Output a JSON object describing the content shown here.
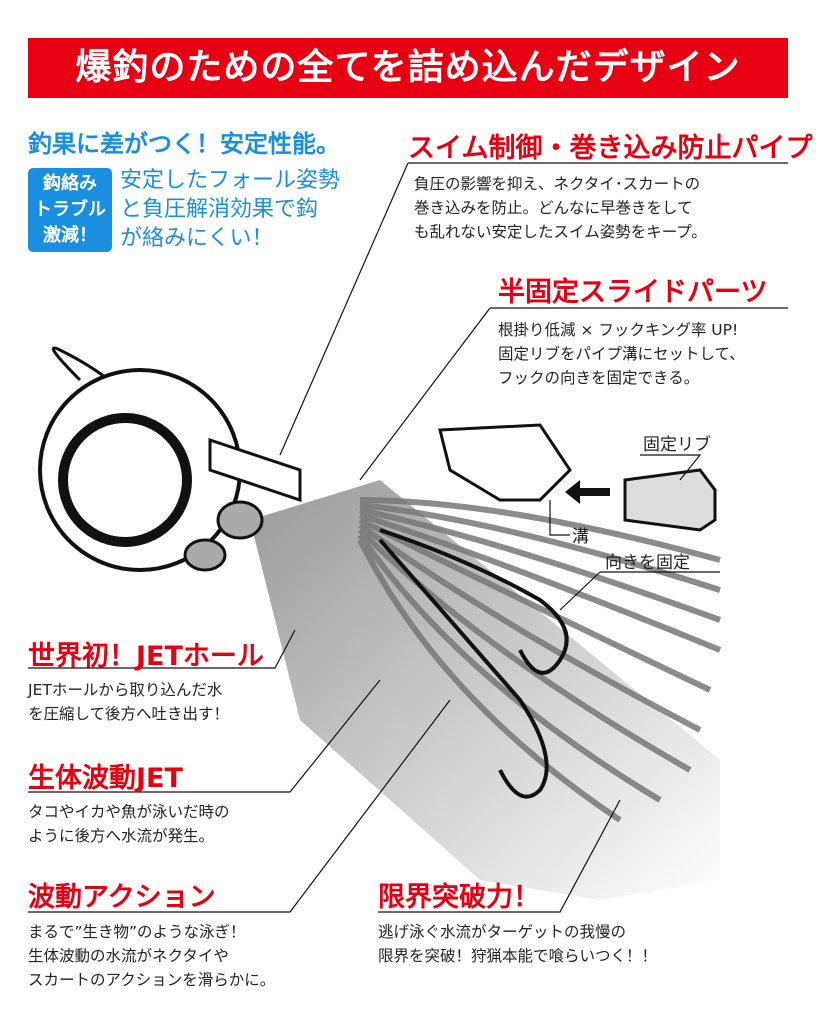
{
  "banner": {
    "title": "爆釣のための全てを詰め込んだデザイン"
  },
  "stability": {
    "heading": "釣果に差がつく！安定性能。",
    "badge": [
      "鈎絡み",
      "トラブル",
      "激減！"
    ],
    "lines": [
      "安定したフォール姿勢",
      "と負圧解消効果で鈎",
      "が絡みにくい！"
    ]
  },
  "pipe": {
    "heading": "スイム制御・巻き込み防止パイプ",
    "lines": [
      "負圧の影響を抑え、ネクタイ･スカートの",
      "巻き込みを防止。どんなに早巻きをして",
      "も乱れない安定したスイム姿勢をキープ。"
    ]
  },
  "slide": {
    "heading": "半固定スライドパーツ",
    "lines": [
      "根掛り低減 × フックキング率 UP!",
      "固定リブをパイプ溝にセットして、",
      "フックの向きを固定できる。"
    ]
  },
  "labels": {
    "rib": "固定リブ",
    "groove": "溝",
    "fixed": "向きを固定"
  },
  "jet_hole": {
    "heading": "世界初！JETホール",
    "lines": [
      "JETホールから取り込んだ水",
      "を圧縮して後方へ吐き出す！"
    ]
  },
  "bio_jet": {
    "heading": "生体波動JET",
    "lines": [
      "タコやイカや魚が泳いだ時の",
      "ように後方へ水流が発生。"
    ]
  },
  "wave": {
    "heading": "波動アクション",
    "lines": [
      "まるで”生き物”のような泳ぎ！",
      "生体波動の水流がネクタイや",
      "スカートのアクションを滑らかに。"
    ]
  },
  "limit": {
    "heading": "限界突破力！",
    "lines": [
      "逃げ泳ぐ水流がターゲットの我慢の",
      "限界を突破！狩猟本能で喰らいつく！！"
    ]
  }
}
